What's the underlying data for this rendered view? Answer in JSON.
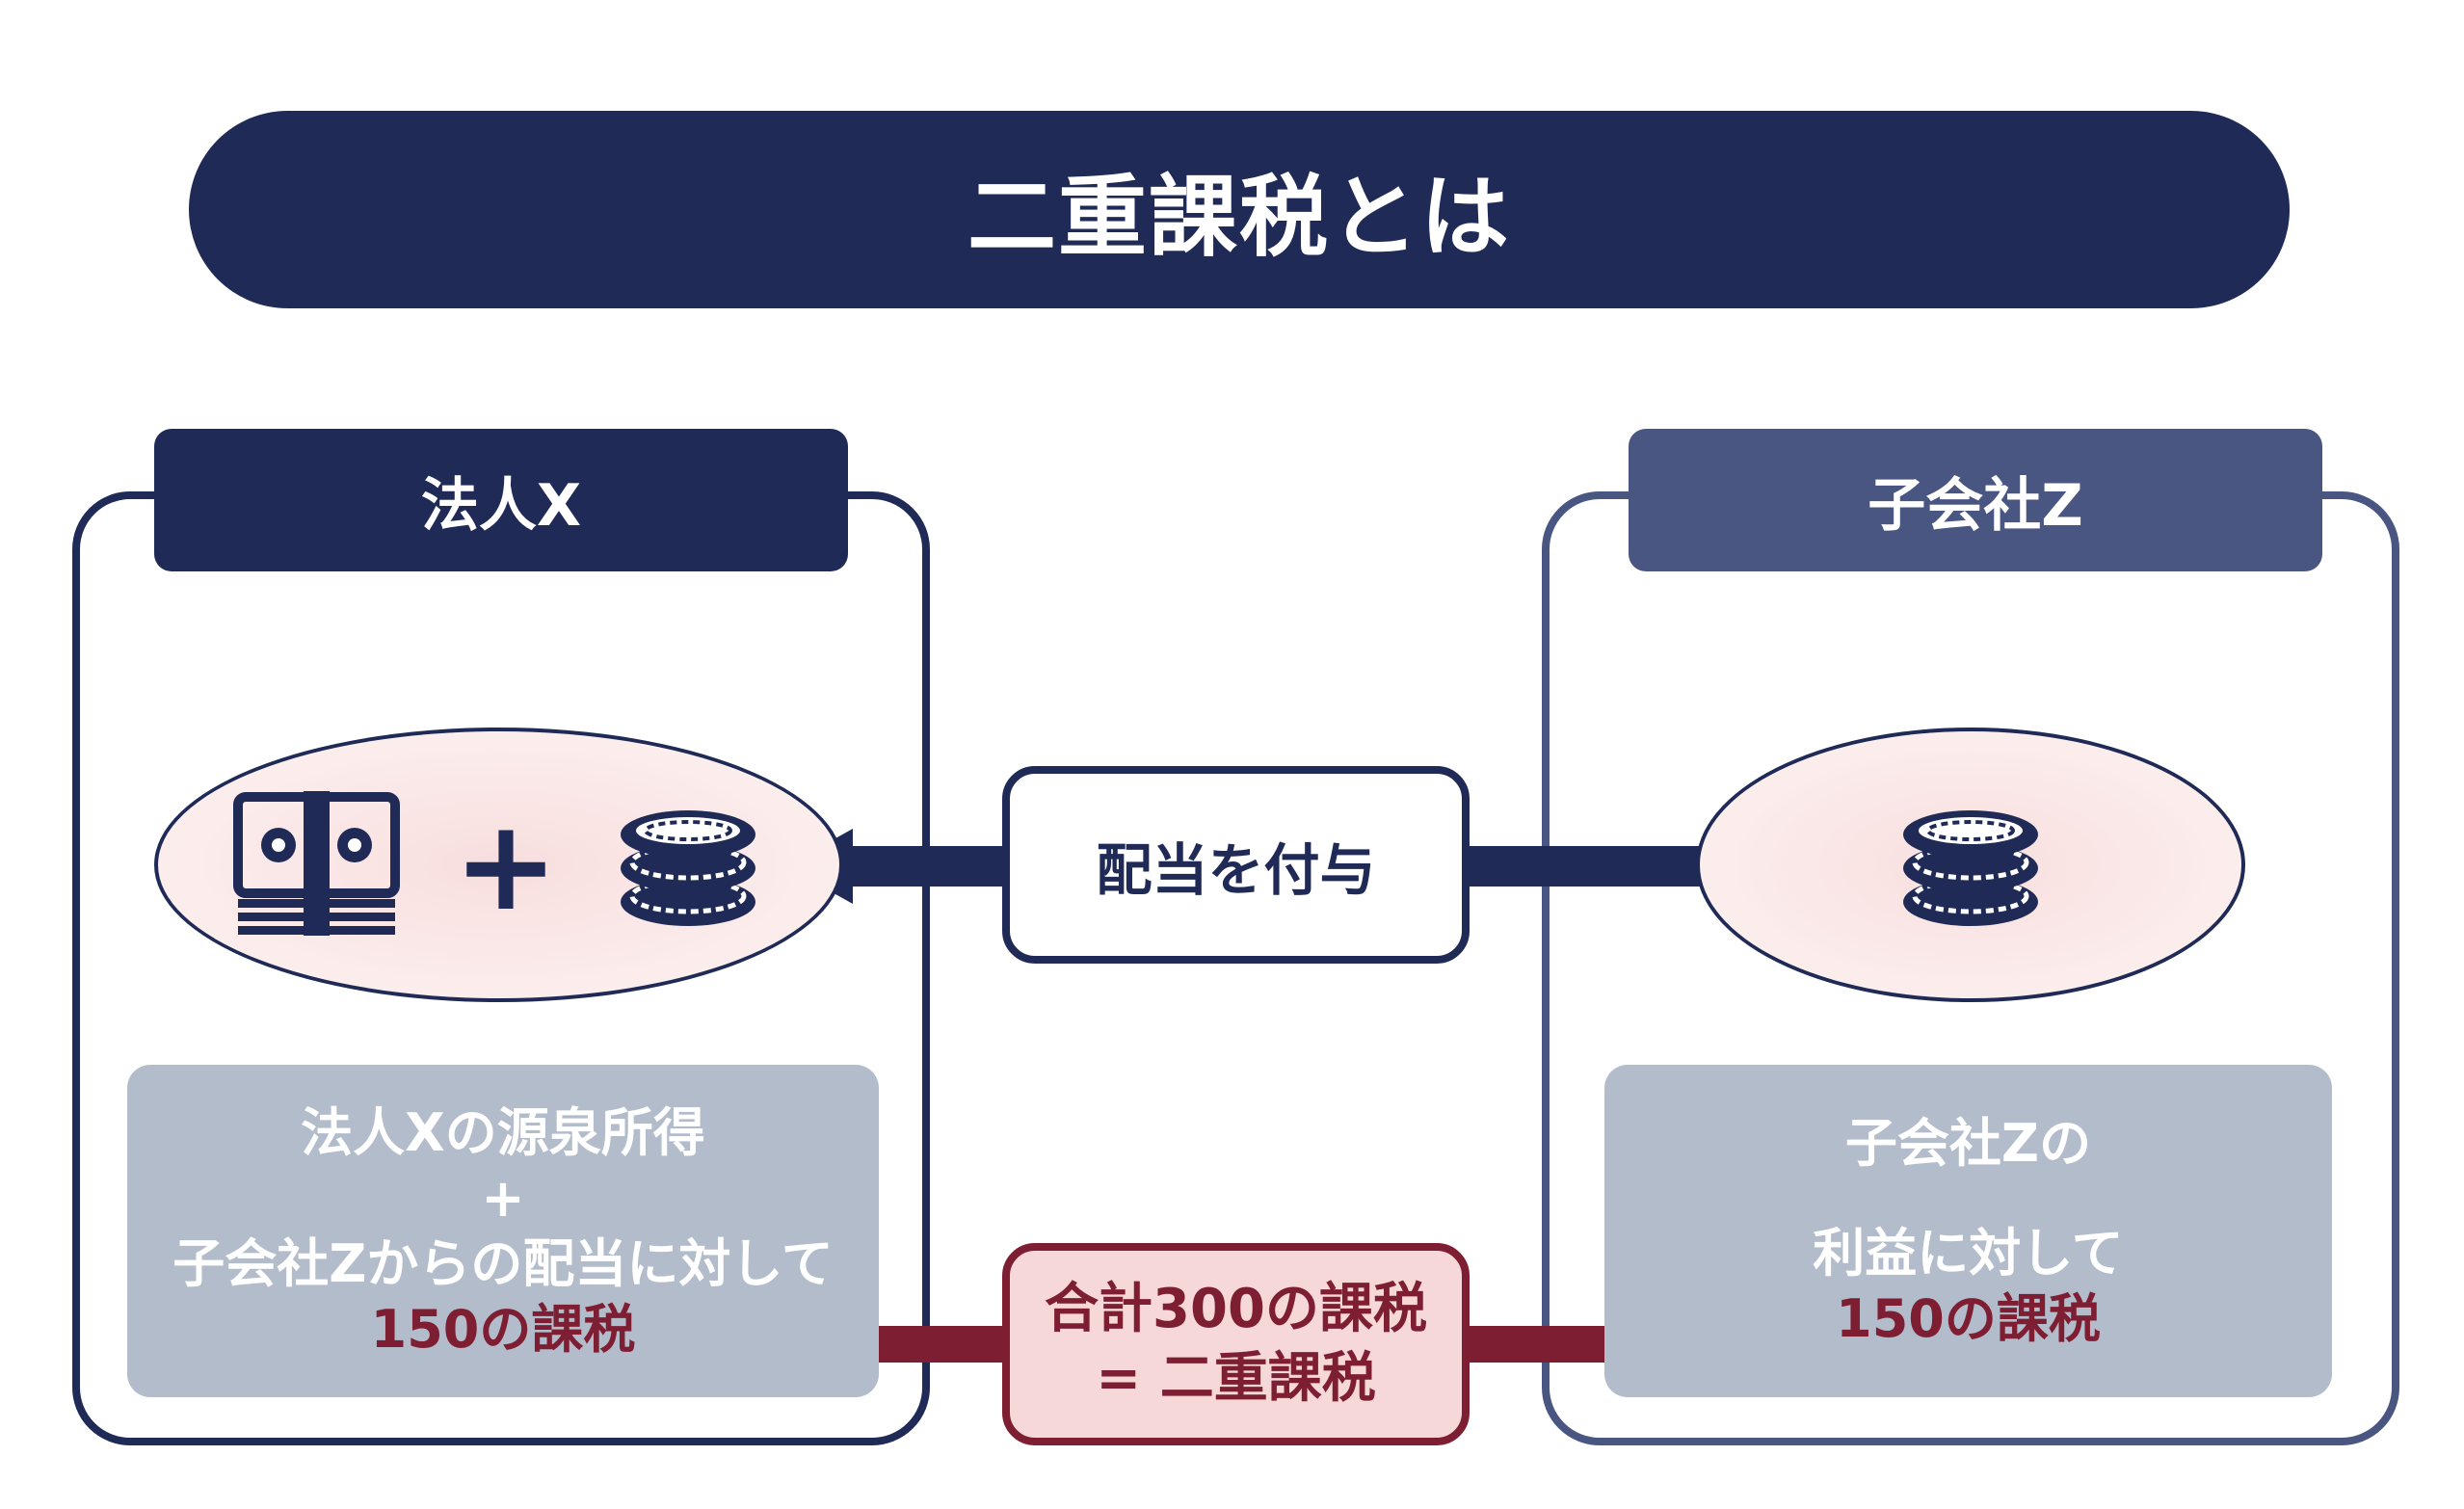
{
  "title": "二重課税とは",
  "left_panel": {
    "label": "法人X",
    "icons": [
      "cash-bundle-icon",
      "coins-stack-icon"
    ],
    "plus": "+",
    "info": {
      "line1": "法人Xの源泉所得",
      "line2": "+",
      "line3": "子会社Zからの配当に対して",
      "tax": "150の課税"
    }
  },
  "right_panel": {
    "label": "子会社Z",
    "icons": [
      "coins-stack-icon"
    ],
    "info": {
      "line1": "子会社Zの",
      "line2": "利益に対して",
      "tax": "150の課税"
    }
  },
  "dividend": {
    "label": "配当を付与"
  },
  "double_tax": {
    "line1": "合計300の課税",
    "line2": "= 二重課税"
  },
  "colors": {
    "navy": "#1f2a56",
    "slate": "#4a5682",
    "maroon": "#7e1e33",
    "info_bg": "#b3bccb",
    "oval_fill": "#f8dede"
  }
}
